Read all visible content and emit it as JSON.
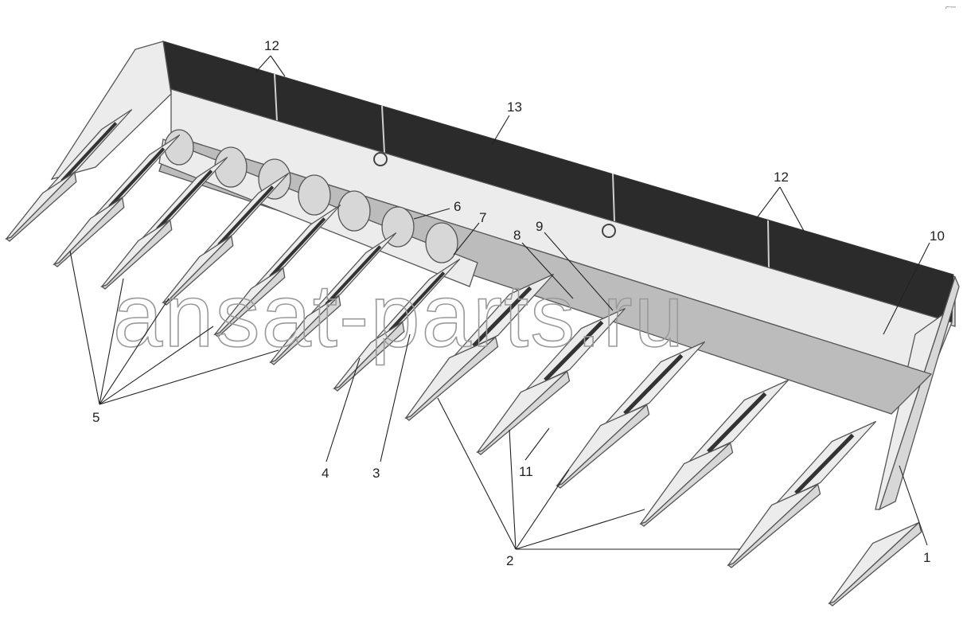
{
  "watermark": "ansat-parts.ru",
  "corner_mark": "⌐─",
  "callouts": {
    "n1": "1",
    "n2": "2",
    "n3": "3",
    "n4": "4",
    "n5": "5",
    "n6": "6",
    "n7": "7",
    "n8": "8",
    "n9": "9",
    "n10": "10",
    "n11": "11",
    "n12a": "12",
    "n12b": "12",
    "n13": "13"
  }
}
